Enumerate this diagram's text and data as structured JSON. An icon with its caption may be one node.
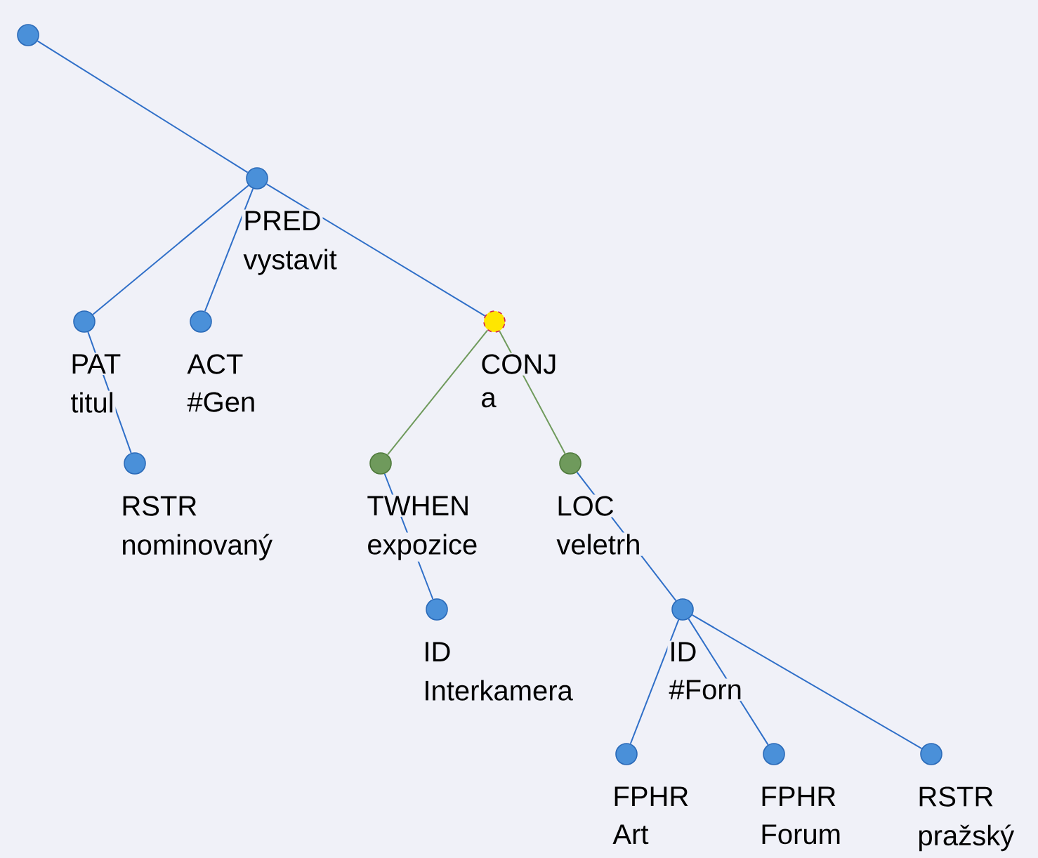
{
  "diagram": {
    "nodes": [
      {
        "text": [],
        "shape": "circle"
      },
      {
        "text": [],
        "shape": "circle",
        "beside": [
          "PRED",
          "vystavit"
        ]
      },
      {
        "text": [],
        "shape": "circle",
        "beside": [
          "PAT",
          "titul"
        ]
      },
      {
        "text": [],
        "shape": "circle",
        "beside": [
          "ACT",
          "#Gen"
        ]
      },
      {
        "text": [],
        "shape": "circle",
        "beside": [
          "CONJ",
          "a"
        ]
      },
      {
        "text": [],
        "shape": "circle",
        "beside": [
          "RSTR",
          "nominovaný"
        ]
      },
      {
        "text": [],
        "shape": "circle",
        "beside": [
          "TWHEN",
          "expozice"
        ]
      },
      {
        "text": [],
        "shape": "circle",
        "beside": [
          "LOC",
          "veletrh"
        ]
      },
      {
        "text": [],
        "shape": "circle",
        "beside": [
          "ID",
          "Interkamera"
        ]
      },
      {
        "text": [],
        "shape": "circle",
        "beside": [
          "ID",
          "#Forn"
        ]
      },
      {
        "text": [],
        "shape": "circle",
        "beside": [
          "FPHR",
          "Art"
        ]
      },
      {
        "text": [],
        "shape": "circle",
        "beside": [
          "FPHR",
          "Forum"
        ]
      },
      {
        "text": [],
        "shape": "circle",
        "beside": [
          "RSTR",
          "pražský"
        ]
      }
    ],
    "edges": [
      {
        "from": 0,
        "to": 1,
        "arrow": "none"
      },
      {
        "from": 1,
        "to": 2,
        "arrow": "none"
      },
      {
        "from": 1,
        "to": 3,
        "arrow": "none"
      },
      {
        "from": 1,
        "to": 4,
        "arrow": "none"
      },
      {
        "from": 2,
        "to": 5,
        "arrow": "none"
      },
      {
        "from": 4,
        "to": 6,
        "arrow": "none",
        "color": "#6f9a5c"
      },
      {
        "from": 4,
        "to": 7,
        "arrow": "none",
        "color": "#6f9a5c"
      },
      {
        "from": 6,
        "to": 8,
        "arrow": "none"
      },
      {
        "from": 7,
        "to": 9,
        "arrow": "none"
      },
      {
        "from": 9,
        "to": 10,
        "arrow": "none"
      },
      {
        "from": 9,
        "to": 11,
        "arrow": "none"
      },
      {
        "from": 9,
        "to": 12,
        "arrow": "none"
      }
    ]
  }
}
